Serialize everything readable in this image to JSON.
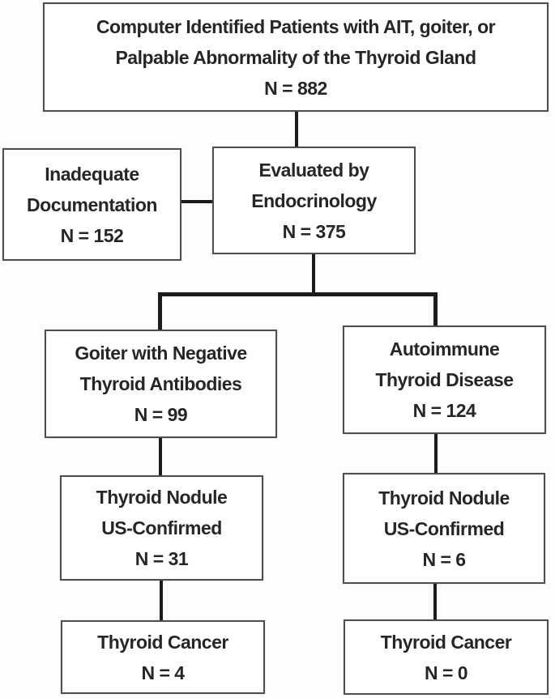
{
  "flowchart": {
    "colors": {
      "connector": "#1c1c1c",
      "box_border": "#4e4e4e",
      "text": "#262626",
      "background": "#fdfdfd"
    },
    "nodes": {
      "identified": {
        "lines": [
          "Computer Identified Patients with AIT, goiter, or",
          "Palpable Abnormality of the Thyroid Gland",
          "N = 882"
        ],
        "n_value": 882
      },
      "inadequate": {
        "lines": [
          "Inadequate",
          "Documentation",
          "N = 152"
        ],
        "n_value": 152
      },
      "evaluated": {
        "lines": [
          "Evaluated by",
          "Endocrinology",
          "N = 375"
        ],
        "n_value": 375
      },
      "goiter": {
        "lines": [
          "Goiter with Negative",
          "Thyroid Antibodies",
          "N = 99"
        ],
        "n_value": 99
      },
      "autoimmune": {
        "lines": [
          "Autoimmune",
          "Thyroid Disease",
          "N = 124"
        ],
        "n_value": 124
      },
      "nodule_left": {
        "lines": [
          "Thyroid Nodule",
          "US-Confirmed",
          "N = 31"
        ],
        "n_value": 31
      },
      "nodule_right": {
        "lines": [
          "Thyroid Nodule",
          "US-Confirmed",
          "N = 6"
        ],
        "n_value": 6
      },
      "cancer_left": {
        "lines": [
          "Thyroid Cancer",
          "N = 4"
        ],
        "n_value": 4
      },
      "cancer_right": {
        "lines": [
          "Thyroid Cancer",
          "N = 0"
        ],
        "n_value": 0
      }
    }
  }
}
